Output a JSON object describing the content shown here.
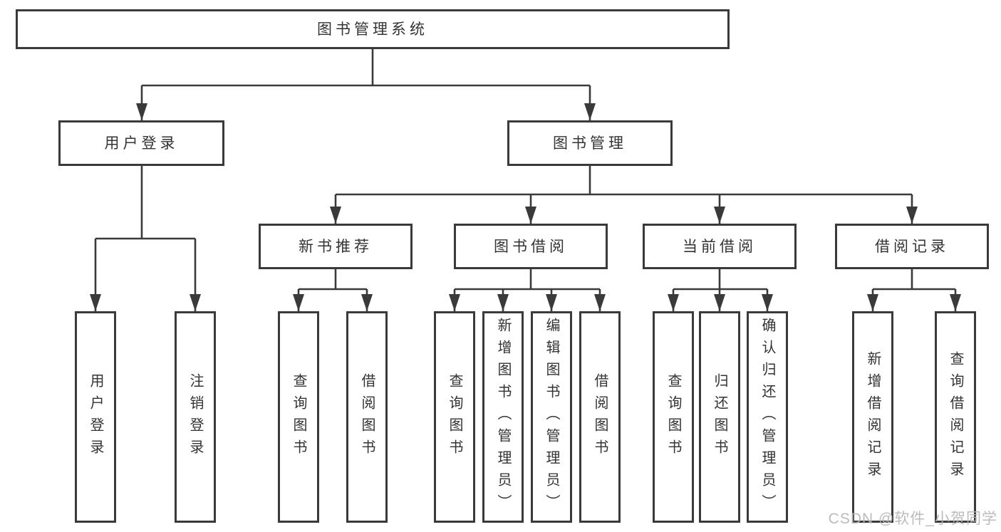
{
  "colors": {
    "line": "#3a3a3a",
    "text": "#333333",
    "watermark": "#b6b6b6",
    "background": "#ffffff"
  },
  "watermark": "CSDN @软件_小贺同学",
  "tree": {
    "root": "图书管理系统",
    "children": [
      {
        "label": "用户登录",
        "children": [
          {
            "label": "用户登录"
          },
          {
            "label": "注销登录"
          }
        ]
      },
      {
        "label": "图书管理",
        "children": [
          {
            "label": "新书推荐",
            "children": [
              {
                "label": "查询图书"
              },
              {
                "label": "借阅图书"
              }
            ]
          },
          {
            "label": "图书借阅",
            "children": [
              {
                "label": "查询图书"
              },
              {
                "label": "新增图书（管理员）"
              },
              {
                "label": "编辑图书（管理员）"
              },
              {
                "label": "借阅图书"
              }
            ]
          },
          {
            "label": "当前借阅",
            "children": [
              {
                "label": "查询图书"
              },
              {
                "label": "归还图书"
              },
              {
                "label": "确认归还（管理员）"
              }
            ]
          },
          {
            "label": "借阅记录",
            "children": [
              {
                "label": "新增借阅记录"
              },
              {
                "label": "查询借阅记录"
              }
            ]
          }
        ]
      }
    ]
  }
}
